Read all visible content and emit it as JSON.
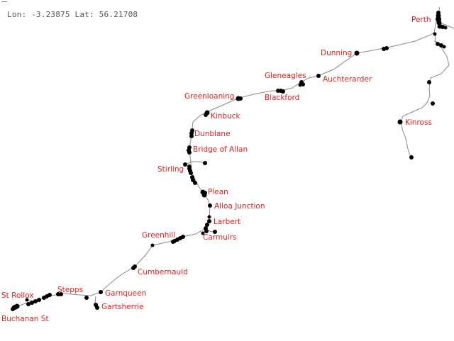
{
  "coordinate_readout": "Lon: -3.23875 Lat: 56.21708",
  "colors": {
    "label": "#e02020",
    "track": "#8a8a8a",
    "marker": "#000000",
    "background": "#ffffff"
  },
  "stations": [
    "Perth",
    "Dunning",
    "Gleneagles",
    "Auchterarder",
    "Blackford",
    "Greenloaning",
    "Kinbuck",
    "Dunblane",
    "Bridge of Allan",
    "Stirling",
    "Plean",
    "Alloa Junction",
    "Larbert",
    "Greenhill",
    "Carmuirs",
    "Cumbernauld",
    "Stepps",
    "St Rollox",
    "Garnqueen",
    "Gartsherrie",
    "Buchanan St",
    "Kinross"
  ]
}
